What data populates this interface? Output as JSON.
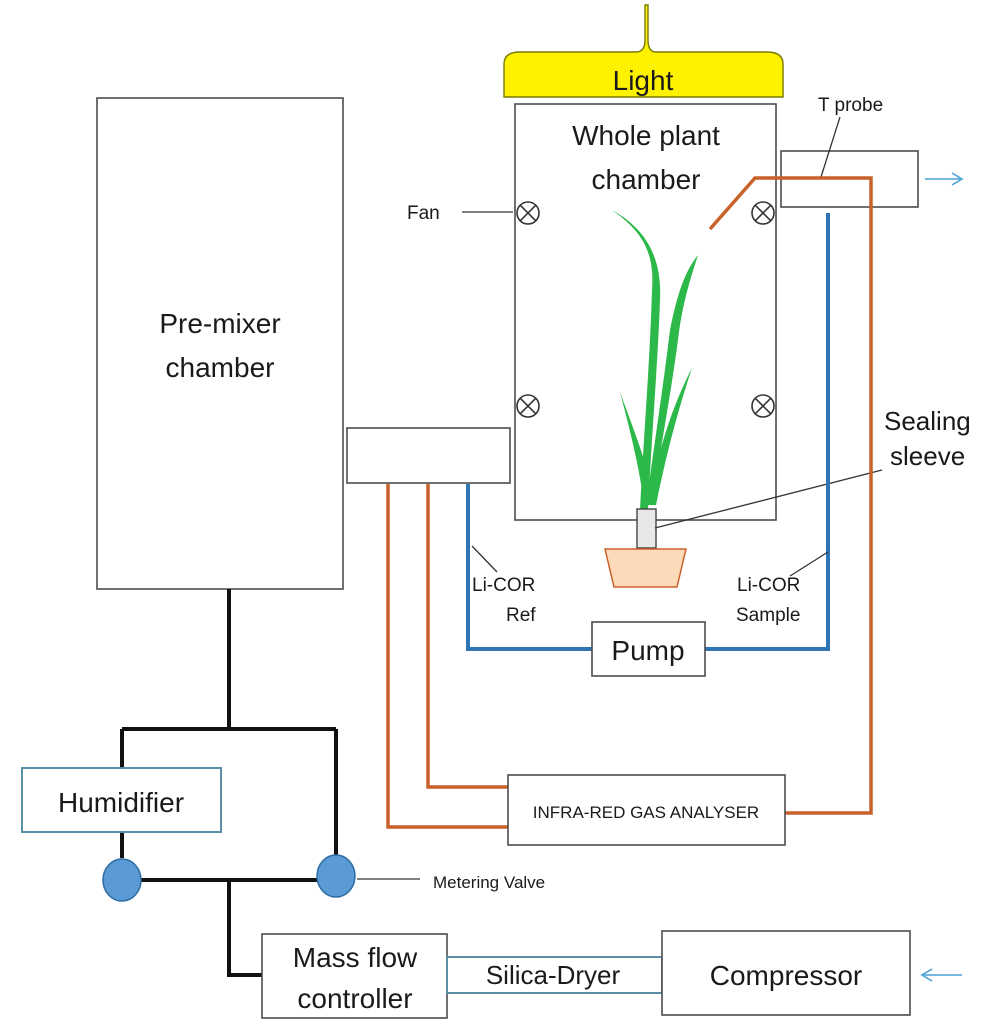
{
  "labels": {
    "light": "Light",
    "chamber_line1": "Whole plant",
    "chamber_line2": "chamber",
    "t_probe": "T probe",
    "fan": "Fan",
    "premixer_line1": "Pre-mixer",
    "premixer_line2": "chamber",
    "sealing_line1": "Sealing",
    "sealing_line2": "sleeve",
    "licor_ref_line1": "Li-COR",
    "licor_ref_line2": "Ref",
    "licor_sample_line1": "Li-COR",
    "licor_sample_line2": "Sample",
    "pump": "Pump",
    "irga": "INFRA-RED GAS ANALYSER",
    "humidifier": "Humidifier",
    "metering_valve": "Metering Valve",
    "mfc_line1": "Mass flow",
    "mfc_line2": "controller",
    "silica_dryer": "Silica-Dryer",
    "compressor": "Compressor"
  },
  "colors": {
    "light_fill": "#fff200",
    "orange_pipe": "#c8622a",
    "blue_pipe": "#2f74b5",
    "black_pipe": "#111111",
    "valve_fill": "#5b9bd5",
    "plant_green": "#2db84a",
    "pot_fill": "#fbd9b9"
  },
  "icons": {
    "fan": "circled-x-icon",
    "valve": "blue-disc-icon",
    "flow_arrow": "right-arrow-icon"
  }
}
